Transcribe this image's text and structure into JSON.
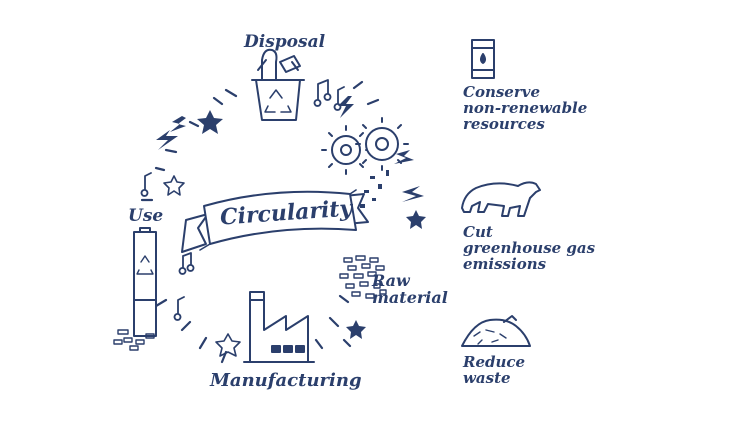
{
  "diagram": {
    "title": "Circularity",
    "stages": [
      {
        "id": "disposal",
        "label": "Disposal"
      },
      {
        "id": "raw_material",
        "label": "Raw\nmaterial"
      },
      {
        "id": "manufacturing",
        "label": "Manufacturing"
      },
      {
        "id": "use",
        "label": "Use"
      }
    ],
    "icons": [
      "recycle-bin-icon",
      "gears-icon",
      "factory-icon",
      "battery-icon",
      "oil-barrel-icon",
      "polar-bear-icon",
      "waste-pile-icon"
    ],
    "color": "#2b3f6c"
  },
  "benefits": [
    {
      "icon": "oil-barrel-icon",
      "label": "Conserve\nnon-renewable\nresources"
    },
    {
      "icon": "polar-bear-icon",
      "label": "Cut\ngreenhouse gas\nemissions"
    },
    {
      "icon": "waste-pile-icon",
      "label": "Reduce\nwaste"
    }
  ]
}
